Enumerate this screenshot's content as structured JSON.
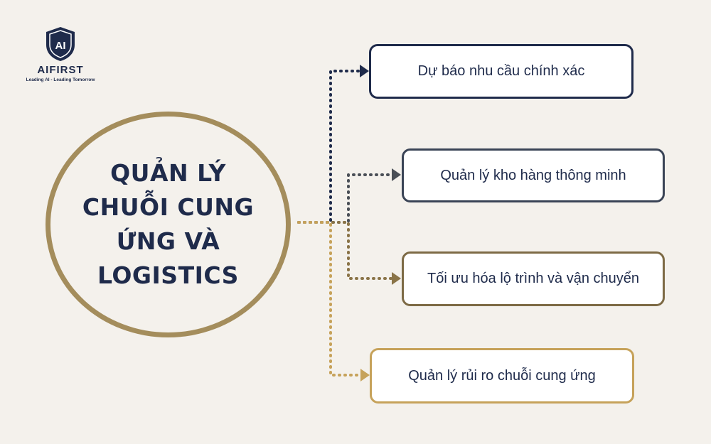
{
  "logo": {
    "mark_text": "AI",
    "name": "AIFIRST",
    "tagline": "Leading AI - Leading Tomorrow"
  },
  "hub": {
    "title": "QUẢN LÝ CHUỖI CUNG ỨNG VÀ LOGISTICS"
  },
  "branches": [
    {
      "label": "Dự báo nhu cầu chính xác",
      "color": "#1f2b4b"
    },
    {
      "label": "Quản lý kho hàng thông minh",
      "color": "#3a4456"
    },
    {
      "label": "Tối ưu hóa lộ trình và vận chuyển",
      "color": "#7d6a45"
    },
    {
      "label": "Quản lý rủi ro chuỗi cung ứng",
      "color": "#c6a25a"
    }
  ],
  "colors": {
    "background": "#f4f1ec",
    "navy": "#1f2b4b",
    "gold": "#a48d5c"
  }
}
